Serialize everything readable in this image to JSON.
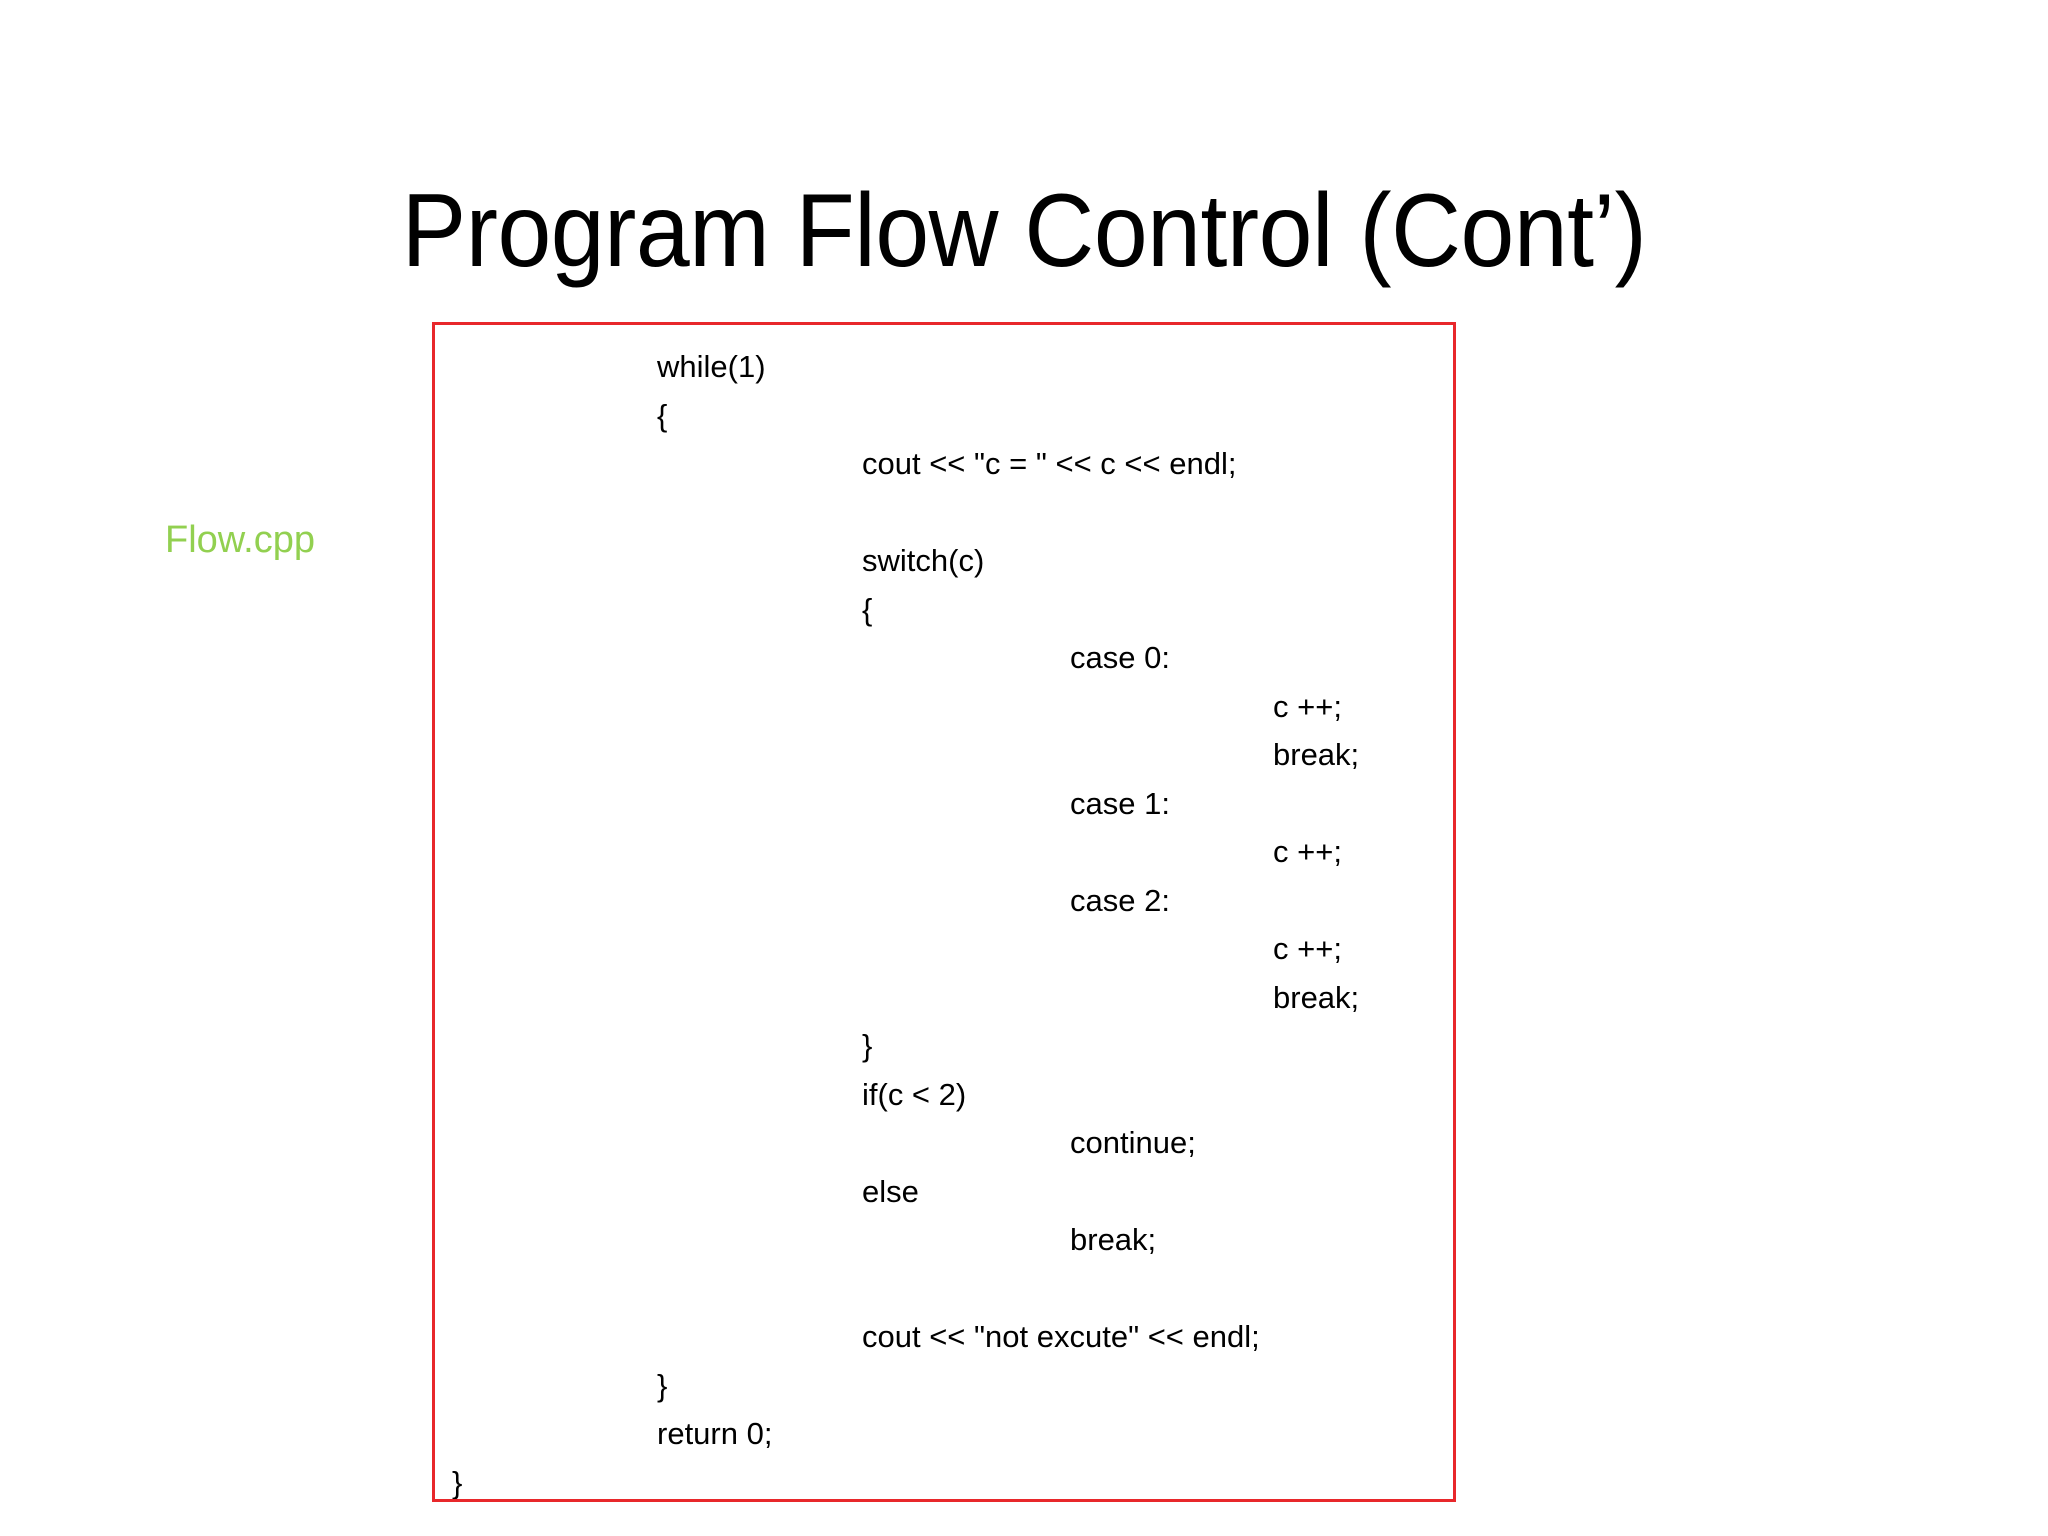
{
  "slide": {
    "title": "Program Flow Control (Cont’)",
    "file_caption": "Flow.cpp",
    "caption_color": "#92D050",
    "code_box_border_color": "#E8282B",
    "background_color": "#FFFFFF",
    "text_color": "#000000"
  },
  "code": {
    "language": "cpp",
    "lines": [
      {
        "indent": 1,
        "text": "while(1)"
      },
      {
        "indent": 1,
        "text": "{"
      },
      {
        "indent": 2,
        "text": "cout << \"c = \" << c << endl;"
      },
      {
        "indent": 2,
        "text": ""
      },
      {
        "indent": 2,
        "text": "switch(c)"
      },
      {
        "indent": 2,
        "text": "{"
      },
      {
        "indent": 3,
        "text": "case 0:"
      },
      {
        "indent": 4,
        "text": "c ++;"
      },
      {
        "indent": 4,
        "text": "break;"
      },
      {
        "indent": 3,
        "text": "case 1:"
      },
      {
        "indent": 4,
        "text": "c ++;"
      },
      {
        "indent": 3,
        "text": "case 2:"
      },
      {
        "indent": 4,
        "text": "c ++;"
      },
      {
        "indent": 4,
        "text": "break;"
      },
      {
        "indent": 2,
        "text": "}"
      },
      {
        "indent": 2,
        "text": "if(c < 2)"
      },
      {
        "indent": 3,
        "text": "continue;"
      },
      {
        "indent": 2,
        "text": "else"
      },
      {
        "indent": 3,
        "text": "break;"
      },
      {
        "indent": 2,
        "text": ""
      },
      {
        "indent": 2,
        "text": "cout << \"not excute\" << endl;"
      },
      {
        "indent": 1,
        "text": "}"
      },
      {
        "indent": 1,
        "text": "return 0;"
      },
      {
        "indent": 0,
        "text": "}"
      }
    ]
  }
}
